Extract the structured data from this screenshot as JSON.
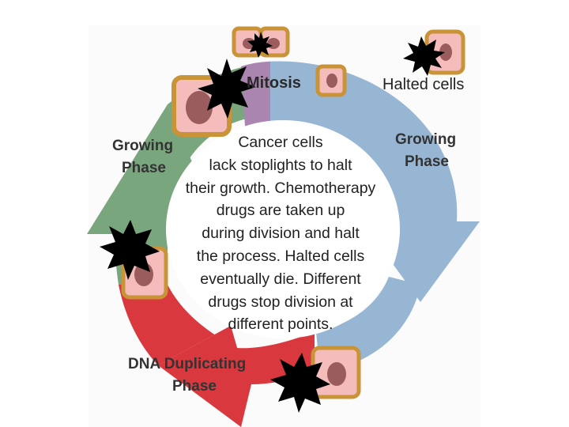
{
  "labels": {
    "mitosis": "Mitosis",
    "halted_cells": "Halted cells",
    "growing_phase_right": [
      "Growing",
      "Phase"
    ],
    "growing_phase_left": [
      "Growing",
      "Phase"
    ],
    "dna_phase": [
      "DNA Duplicating",
      "Phase"
    ]
  },
  "center_text": [
    "Cancer cells",
    "lack stoplights to halt",
    "their growth. Chemotherapy",
    "drugs are taken up",
    "during division and halt",
    "the process. Halted cells",
    "eventually die. Different",
    "drugs stop division at",
    "different points."
  ],
  "colors": {
    "growing_right_arc": "#97b6d3",
    "dna_arc": "#d9383f",
    "growing_left_arc": "#7aa67e",
    "mitosis_arc": "#a985b0",
    "cell_fill": "#f4bdbc",
    "cell_border": "#c99338",
    "nucleus": "#9a5c5c",
    "starburst": "#000000"
  },
  "icons": [
    "cell-icon",
    "starburst-icon",
    "arrow-head-icon"
  ]
}
